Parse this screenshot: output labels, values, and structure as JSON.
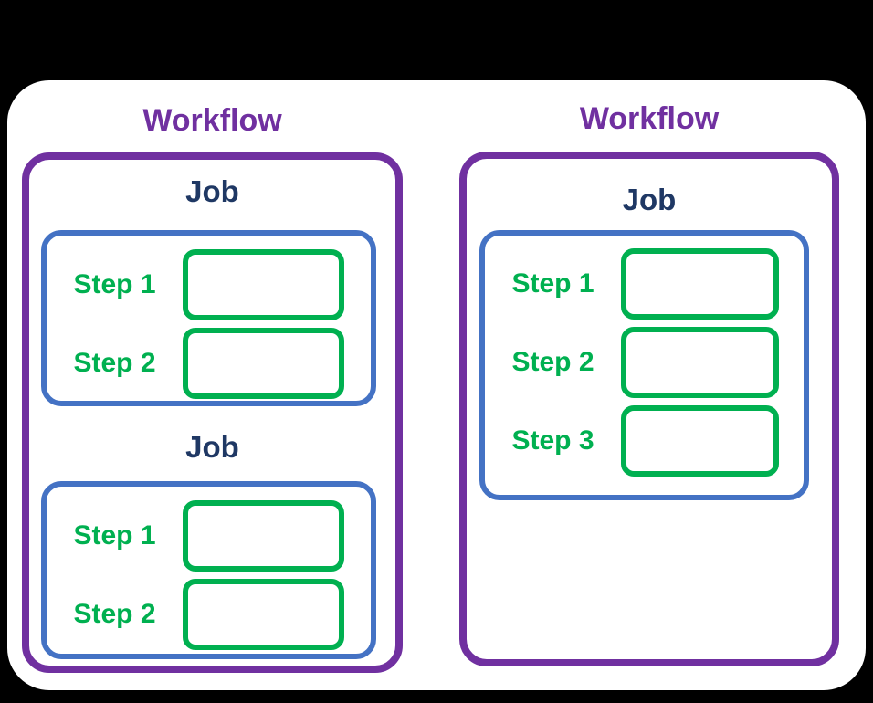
{
  "diagram": {
    "description": "Nested workflow diagram: workflows contain jobs, jobs contain steps",
    "colors": {
      "background": "#000000",
      "panel": "#ffffff",
      "workflow_border": "#7030a0",
      "workflow_title_text": "#7030a0",
      "job_border": "#4472c4",
      "job_label_text": "#1f3864",
      "step_border": "#00b050",
      "step_label_text": "#00b050"
    },
    "workflows": [
      {
        "title": "Workflow",
        "jobs": [
          {
            "label": "Job",
            "steps": [
              {
                "label": "Step 1"
              },
              {
                "label": "Step 2"
              }
            ]
          },
          {
            "label": "Job",
            "steps": [
              {
                "label": "Step 1"
              },
              {
                "label": "Step 2"
              }
            ]
          }
        ]
      },
      {
        "title": "Workflow",
        "jobs": [
          {
            "label": "Job",
            "steps": [
              {
                "label": "Step 1"
              },
              {
                "label": "Step 2"
              },
              {
                "label": "Step 3"
              }
            ]
          }
        ]
      }
    ]
  }
}
